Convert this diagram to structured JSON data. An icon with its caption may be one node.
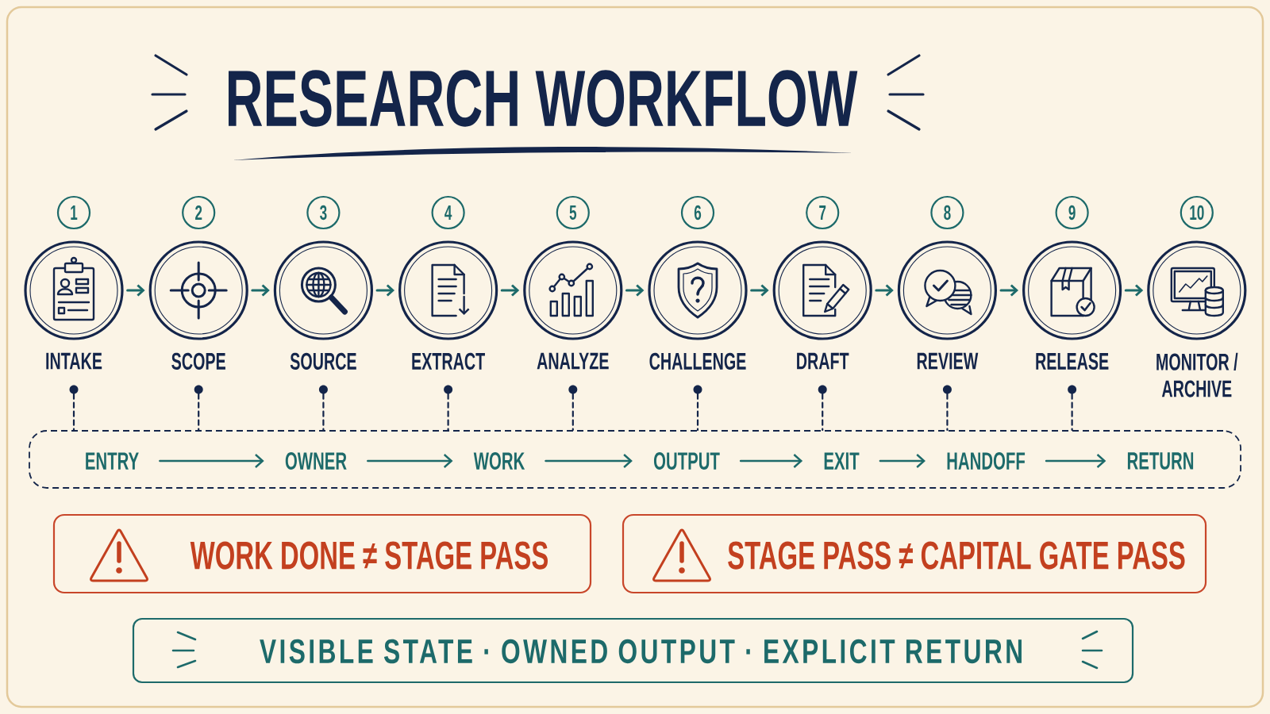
{
  "diagram": {
    "title": "RESEARCH WORKFLOW",
    "nodes": [
      {
        "text": [
          "1"
        ]
      },
      {
        "text": [
          "2"
        ]
      },
      {
        "text": [
          "3"
        ]
      },
      {
        "text": [
          "4"
        ]
      },
      {
        "text": [
          "5"
        ]
      },
      {
        "text": [
          "6"
        ]
      },
      {
        "text": [
          "7"
        ]
      },
      {
        "text": [
          "8"
        ]
      },
      {
        "text": [
          "9"
        ]
      },
      {
        "text": [
          "10"
        ]
      },
      {
        "text": [
          "INTAKE"
        ]
      },
      {
        "text": [
          "SCOPE"
        ]
      },
      {
        "text": [
          "SOURCE"
        ]
      },
      {
        "text": [
          "EXTRACT"
        ]
      },
      {
        "text": [
          "ANALYZE"
        ]
      },
      {
        "text": [
          "CHALLENGE"
        ]
      },
      {
        "text": [
          "DRAFT"
        ]
      },
      {
        "text": [
          "REVIEW"
        ]
      },
      {
        "text": [
          "RELEASE"
        ]
      },
      {
        "text": [
          "MONITOR / ARCHIVE"
        ]
      },
      {
        "text": [],
        "shape": "circle"
      },
      {
        "text": [],
        "shape": "circle"
      },
      {
        "text": [],
        "shape": "circle"
      },
      {
        "text": [],
        "shape": "circle"
      },
      {
        "text": [],
        "shape": "circle"
      },
      {
        "text": [],
        "shape": "circle"
      },
      {
        "text": [],
        "shape": "circle"
      },
      {
        "text": [],
        "shape": "circle"
      },
      {
        "text": [],
        "shape": "circle"
      },
      {
        "text": [],
        "shape": "box"
      },
      {
        "text": [
          "ENTRY"
        ],
        "in": 29
      },
      {
        "text": [
          "OWNER"
        ],
        "in": 29
      },
      {
        "text": [
          "WORK"
        ],
        "in": 29
      },
      {
        "text": [
          "OUTPUT"
        ],
        "in": 29
      },
      {
        "text": [
          "EXIT"
        ],
        "in": 29
      },
      {
        "text": [
          "HANDOFF"
        ],
        "in": 29
      },
      {
        "text": [
          "RETURN"
        ],
        "in": 29
      },
      {
        "text": [
          "WORK DONE ≠ STAGE PASS"
        ]
      },
      {
        "text": [
          "STAGE PASS ≠ CAPITAL GATE PASS"
        ]
      },
      {
        "text": [
          "VISIBLE STATE · OWNED OUTPUT · EXPLICIT RETURN"
        ]
      }
    ],
    "edges": [
      {
        "from": 10,
        "to": 11,
        "arrow": "to"
      },
      {
        "from": 11,
        "to": 12,
        "arrow": "to"
      },
      {
        "from": 12,
        "to": 13,
        "arrow": "to"
      },
      {
        "from": 13,
        "to": 14,
        "arrow": "to"
      },
      {
        "from": 14,
        "to": 15,
        "arrow": "to"
      },
      {
        "from": 15,
        "to": 16,
        "arrow": "to"
      },
      {
        "from": 16,
        "to": 17,
        "arrow": "to"
      },
      {
        "from": 17,
        "to": 18,
        "arrow": "to"
      },
      {
        "from": 18,
        "to": 19,
        "arrow": "to"
      },
      {
        "from": 30,
        "to": 31,
        "arrow": "to"
      },
      {
        "from": 31,
        "to": 32,
        "arrow": "to"
      },
      {
        "from": 32,
        "to": 33,
        "arrow": "to"
      },
      {
        "from": 33,
        "to": 34,
        "arrow": "to"
      },
      {
        "from": 34,
        "to": 35,
        "arrow": "to"
      },
      {
        "from": 35,
        "to": 36,
        "arrow": "to"
      },
      {
        "from": 20,
        "to": 29,
        "arrow": "none",
        "style": "dashed",
        "color": "#14254a"
      },
      {
        "from": 21,
        "to": 29,
        "arrow": "none",
        "style": "dashed",
        "color": "#14254a"
      },
      {
        "from": 22,
        "to": 29,
        "arrow": "none",
        "style": "dashed",
        "color": "#14254a"
      },
      {
        "from": 23,
        "to": 29,
        "arrow": "none",
        "style": "dashed",
        "color": "#14254a"
      },
      {
        "from": 24,
        "to": 29,
        "arrow": "none",
        "style": "dashed",
        "color": "#14254a"
      },
      {
        "from": 25,
        "to": 29,
        "arrow": "none",
        "style": "dashed",
        "color": "#14254a"
      },
      {
        "from": 26,
        "to": 29,
        "arrow": "none",
        "style": "dashed",
        "color": "#14254a"
      },
      {
        "from": 27,
        "to": 29,
        "arrow": "none",
        "style": "dashed",
        "color": "#14254a"
      },
      {
        "from": 28,
        "to": 29,
        "arrow": "none",
        "style": "dashed",
        "color": "#14254a"
      }
    ]
  }
}
